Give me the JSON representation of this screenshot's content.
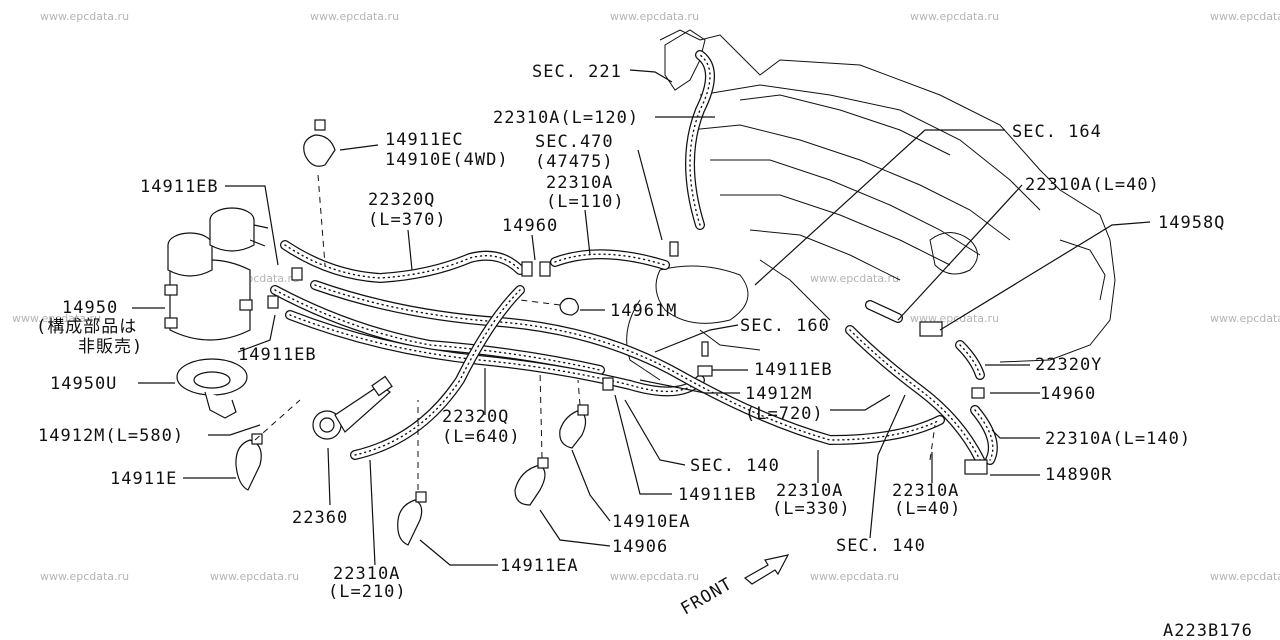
{
  "watermark": "www.epcdata.ru",
  "diagram_code": "A223B176",
  "front_label": "FRONT",
  "labels": {
    "sec221": "SEC. 221",
    "l22310a_120": "22310A(L=120)",
    "sec470": "SEC.470",
    "sec470_sub": "(47475)",
    "sec164": "SEC. 164",
    "l14911ec": "14911EC",
    "l14910e": "14910E(4WD)",
    "l22310a_40top": "22310A(L=40)",
    "l14958q": "14958Q",
    "l14911eb_a": "14911EB",
    "l22320q_370": "22320Q",
    "l22320q_370sub": "(L=370)",
    "l22310a_110": "22310A",
    "l22310a_110sub": "(L=110)",
    "l14960_a": "14960",
    "l14950": "14950",
    "l14950_note1": "(構成部品は",
    "l14950_note2": "非販売)",
    "l14961m": "14961M",
    "sec160": "SEC. 160",
    "l14911eb_b": "14911EB",
    "l22320y": "22320Y",
    "l14911eb_c": "14911EB",
    "l14960_b": "14960",
    "l14950u": "14950U",
    "l14912m_720": "14912M",
    "l14912m_720sub": "(L=720)",
    "l22320q_640": "22320Q",
    "l22320q_640sub": "(L=640)",
    "l14912m_580": "14912M(L=580)",
    "l22310a_140": "22310A(L=140)",
    "sec140_a": "SEC. 140",
    "l14890r": "14890R",
    "l14911e": "14911E",
    "l14911eb_d": "14911EB",
    "l22310a_330": "22310A",
    "l22310a_330sub": "(L=330)",
    "l22310a_40bot": "22310A",
    "l22310a_40botsub": "(L=40)",
    "l22360": "22360",
    "l14910ea": "14910EA",
    "sec140_b": "SEC. 140",
    "l14906": "14906",
    "l14911ea": "14911EA",
    "l22310a_210": "22310A",
    "l22310a_210sub": "(L=210)"
  }
}
